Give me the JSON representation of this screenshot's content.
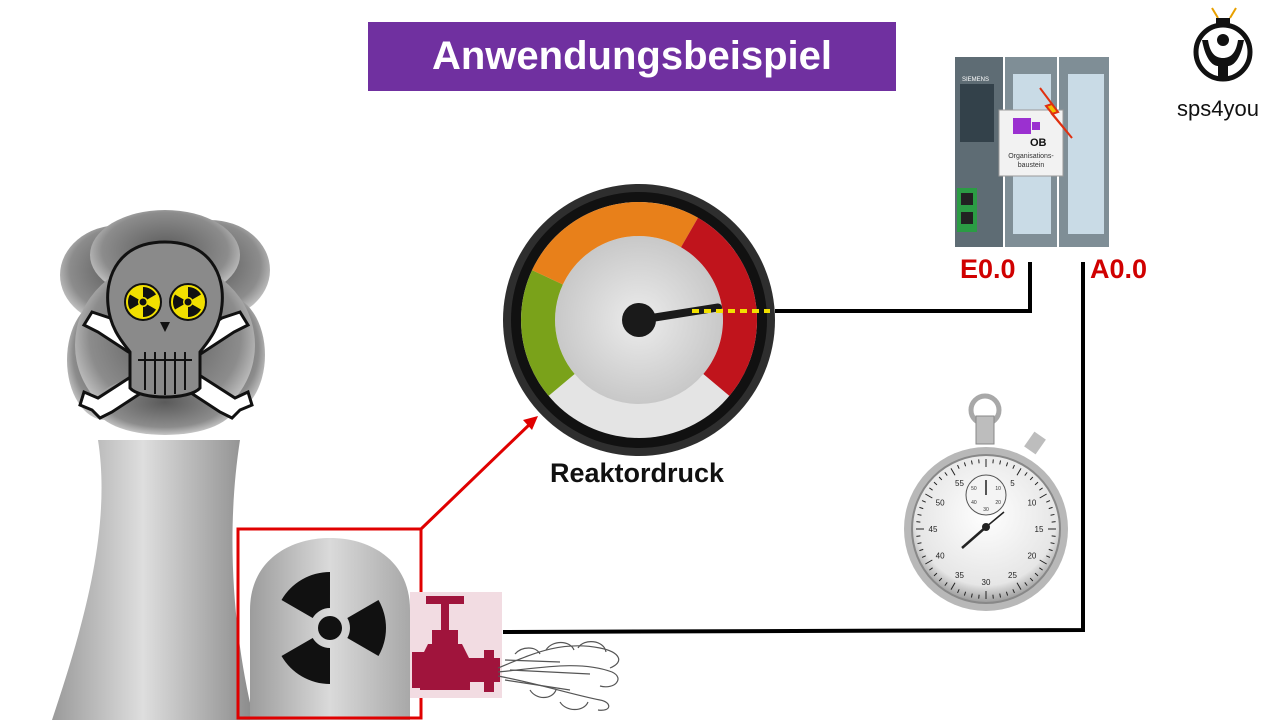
{
  "title": "Anwendungsbeispiel",
  "logo": {
    "text": "sps4you",
    "icon": "person-plug-icon"
  },
  "gauge": {
    "label": "Reaktordruck",
    "needle_level": 0.8
  },
  "plc": {
    "brand": "SIEMENS",
    "block": {
      "badge": "OB",
      "label_line1": "Organisations-",
      "label_line2": "baustein"
    },
    "input_label": "E0.0",
    "output_label": "A0.0"
  },
  "stopwatch": {
    "dial_numbers": [
      "5",
      "10",
      "15",
      "20",
      "25",
      "30",
      "35",
      "40",
      "45",
      "50",
      "55"
    ],
    "sub_dial_numbers": [
      "10",
      "20",
      "30",
      "40",
      "50"
    ]
  },
  "colors": {
    "title_bg": "#7030a0",
    "signal_label": "#d00000",
    "highlight_frame": "#e00000",
    "signal_line": "#000000",
    "gauge_green": "#7aa21a",
    "gauge_orange": "#e8801a",
    "gauge_red": "#c0141c",
    "valve": "#a0143c"
  },
  "icons": [
    "skull-crossbones-icon",
    "radiation-icon",
    "cooling-tower-icon",
    "reactor-icon",
    "valve-icon",
    "steam-icon",
    "pressure-gauge-icon",
    "plc-icon",
    "stopwatch-icon"
  ]
}
